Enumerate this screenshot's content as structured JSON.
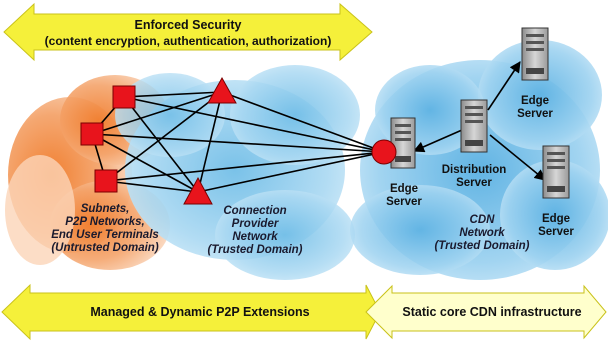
{
  "banners": {
    "top_title": "Enforced Security",
    "top_subtitle": "(content encryption, authentication, authorization)",
    "bottom_left": "Managed & Dynamic P2P Extensions",
    "bottom_right": "Static  core CDN infrastructure"
  },
  "labels": {
    "subnets": [
      "Subnets,",
      "P2P Networks,",
      "End User Terminals",
      "(Untrusted Domain)"
    ],
    "provider": [
      "Connection",
      "Provider",
      "Network",
      "(Trusted Domain)"
    ],
    "cdn": [
      "CDN",
      "Network",
      "(Trusted Domain)"
    ],
    "edge_center": [
      "Edge",
      "Server"
    ],
    "distribution": [
      "Distribution",
      "Server"
    ],
    "edge_top": [
      "Edge",
      "Server"
    ],
    "edge_right": [
      "Edge",
      "Server"
    ]
  },
  "colors": {
    "banner_yellow": "#f5f03a",
    "node_red": "#e8141c",
    "cloud_orange": "#f08a3c",
    "cloud_blue": "#9fd0ee",
    "link_line": "#000000"
  }
}
